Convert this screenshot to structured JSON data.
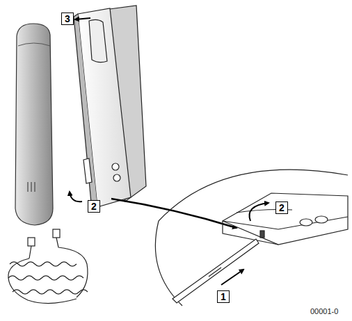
{
  "diagram": {
    "labels": [
      "3",
      "2",
      "2",
      "1",
      "00001-0"
    ]
  }
}
